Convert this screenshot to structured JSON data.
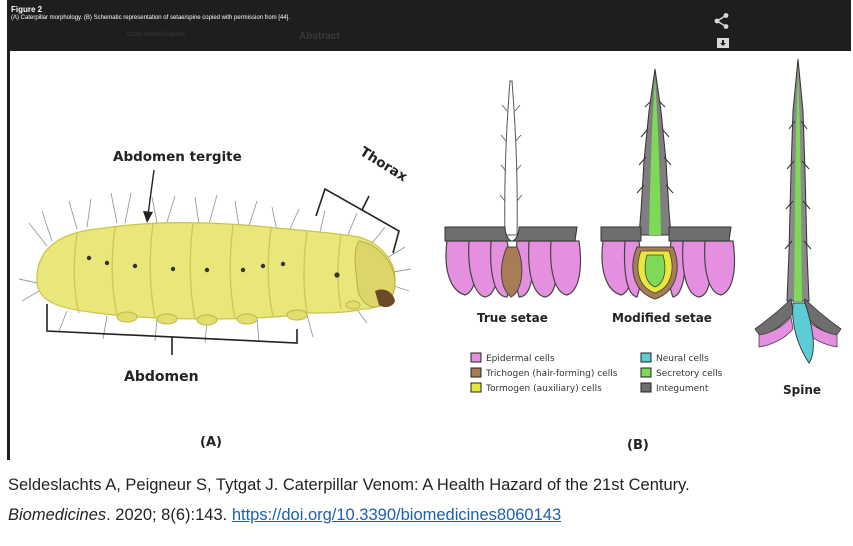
{
  "figure": {
    "label": "Figure 2",
    "caption": "(A) Caterpillar morphology. (B) Schematic representation of setae/spine copied with permission from [44].",
    "background_text_left": "Cross Notice Reprints",
    "background_text_tab": "Abstract",
    "icons": {
      "share": "share-icon",
      "download": "download-icon"
    },
    "panel_a": {
      "abdomen_tergite": "Abdomen tergite",
      "thorax": "Thorax",
      "abdomen": "Abdomen",
      "panel_label": "(A)"
    },
    "panel_b": {
      "true_setae": "True setae",
      "modified_setae": "Modified setae",
      "spine": "Spine",
      "panel_label": "(B)",
      "legend": [
        {
          "label": "Epidermal cells",
          "color": "#e58fe0"
        },
        {
          "label": "Trichogen (hair-forming) cells",
          "color": "#a87c55"
        },
        {
          "label": "Tormogen (auxiliary) cells",
          "color": "#e8e83a"
        },
        {
          "label": "Neural cells",
          "color": "#5ccdd6"
        },
        {
          "label": "Secretory cells",
          "color": "#7ed957"
        },
        {
          "label": "Integument",
          "color": "#6e6e6e"
        }
      ]
    }
  },
  "citation": {
    "authors_title": "Seldeslachts A, Peigneur S, Tytgat J. Caterpillar Venom: A Health Hazard of the 21st Century.",
    "journal": "Biomedicines",
    "details": ". 2020; 8(6):143. ",
    "doi": "https://doi.org/10.3390/biomedicines8060143"
  }
}
